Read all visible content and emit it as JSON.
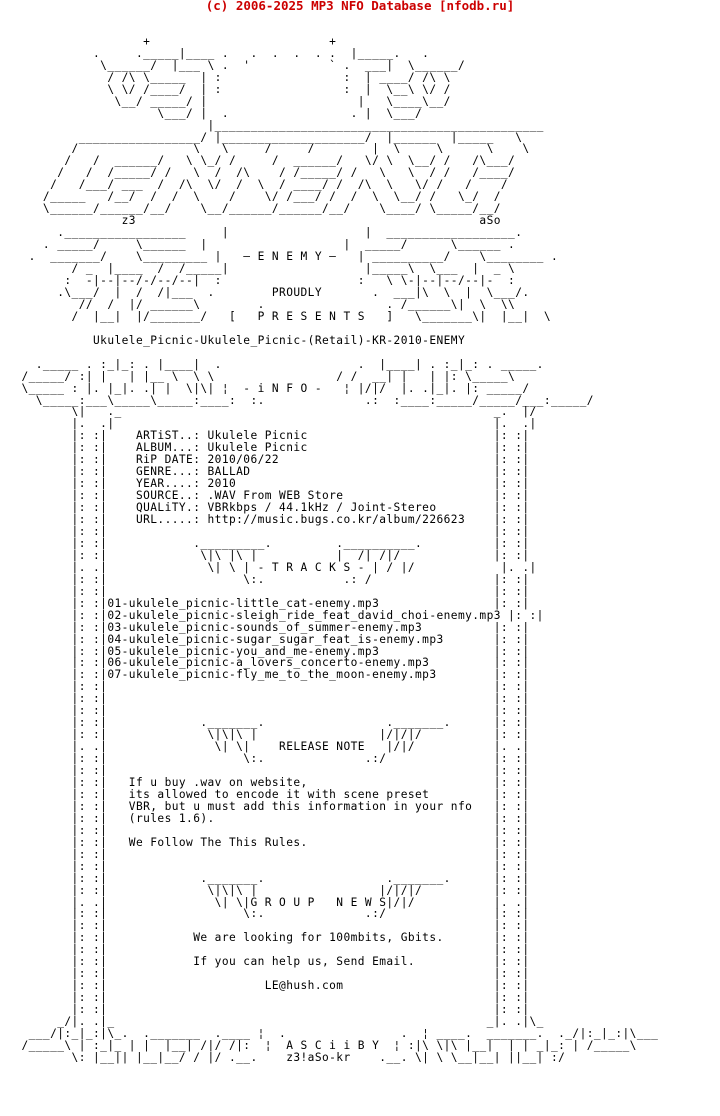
{
  "header": "(c) 2006-2025 MP3 NFO Database [nfodb.ru]",
  "nfo_lines": [
    "",
    "",
    "                    +                         +",
    "             .     ._____|____ .   .  .  .  . .  |_____.   .",
    "              \\______/  |___ \\ .  '           ` .  ___|  \\______/",
    "               / /\\ \\_____  | :                 :  | ____/ /\\ \\",
    "               \\ \\/ /____/  | :                 :  |  \\__\\ \\/ /",
    "                \\__/ _____/ |                     |   \\____\\__/",
    "                      \\___/ |  .                 . |  \\___/",
    "                             |______________________________________________",
    "           _________________/ |____________________/  |______  |_____   \\",
    "          /                \\   \\     /     /        |  \\     \\      \\    \\",
    "         /   /  ______/   \\ \\_/ /     /  ______/   \\/ \\  \\__/ /   /\\___/",
    "        /   /  /_____/ /   \\  /  /\\    / /_____/ /   \\   \\  / /   /____/",
    "       /   /___/ ___  /  /\\  \\/  /  \\  / ____/ /  /\\  \\   \\/ /   /    /",
    "      /_____   /__/  /  /  \\    /    \\/ /___/ /  /  \\  \\__/ /   \\_/  /",
    "      \\______/______/__/    \\__/______/______/__/    \\____/ \\_____/__/",
    "                 z3                                                aSo",
    "        ._________________     |                   |  __________________.",
    "      . _____/     \\______  |                   |  _____/      \\______ .",
    "    .  _______/    \\_________ |   — E N E M Y —   | __________/    \\________ .",
    "          / _  |____  /  /_____|                   |_____\\  \\___  |  _ \\",
    "         :  -|--|--/-/--/--|  :                   :   \\ \\-|--|--/--|-  :",
    "        .\\___/  |  /  /|___  .        PROUDLY       .  ___|\\  \\  |  \\___/.",
    "           //  /  |/ ______\\        .                 . /______\\|  \\  \\\\",
    "          /  |__|  |/_______/   [   P R E S E N T S   ]   \\_______\\|  |__|  \\",
    "",
    "             Ukulele_Picnic-Ukulele_Picnic-(Retail)-KR-2010-ENEMY",
    "",
    "     ._____ . :_|_: . |____|  .                   .  |____| . :_|_: . _____.",
    "   /_____/ :| |   | |__ \\  \\ \\                 / /  __| |   | |: \\_____\\",
    "   \\_____ : |. |_|. .| |  \\|\\| ¦  - i N F O -   ¦ |/|/  |. .|_|. |: _____/",
    "     \\_____:___\\_____\\_____:____:  :.              .:  :____:_____/_____/___:_____/",
    "          \\|   ._                                                    _.  |/",
    "          |.  .|                                                     |.  .|",
    "          |: :|    ARTiST..: Ukulele Picnic                          |: :|",
    "          |: :|    ALBUM...: Ukulele Picnic                          |: :|",
    "          |: :|    RiP DATE: 2010/06/22                              |: :|",
    "          |: :|    GENRE...: BALLAD                                  |: :|",
    "          |: :|    YEAR....: 2010                                    |: :|",
    "          |: :|    SOURCE..: .WAV From WEB Store                     |: :|",
    "          |: :|    QUALiTY.: VBRkbps / 44.1kHz / Joint-Stereo        |: :|",
    "          |: :|    URL.....: http://music.bugs.co.kr/album/226623    |: :|",
    "          |: :|                                                      |: :|",
    "          |: :|            ._________.         .__________.          |: :|",
    "          |: :|             \\|\\ |\\ |           |  /| /|/             |: :|",
    "          |. .|              \\| \\ | - T R A C K S - | / |/            |. .|",
    "          |: :|                   \\:.           .: /                 |: :|",
    "          |: :|                                                      |: :|",
    "          |: :|01-ukulele_picnic-little_cat-enemy.mp3                |: :|",
    "          |: :|02-ukulele_picnic-sleigh_ride_feat_david_choi-enemy.mp3 |: :|",
    "          |: :|03-ukulele_picnic-sounds_of_summer-enemy.mp3          |: :|",
    "          |: :|04-ukulele_picnic-sugar_sugar_feat_is-enemy.mp3       |: :|",
    "          |: :|05-ukulele_picnic-you_and_me-enemy.mp3                |: :|",
    "          |: :|06-ukulele_picnic-a_lovers_concerto-enemy.mp3         |: :|",
    "          |: :|07-ukulele_picnic-fly_me_to_the_moon-enemy.mp3        |: :|",
    "          |: :|                                                      |: :|",
    "          |: :|                                                      |: :|",
    "          |: :|                                                      |: :|",
    "          |: :|             ._______.                 ._______.      |: :|",
    "          |: :|              \\|\\|\\ |                 |/|/|/          |: :|",
    "          |. .|               \\| \\|    RELEASE NOTE   |/|/           |. .|",
    "          |: :|                   \\:.              .:/               |: :|",
    "          |: :|                                                      |: :|",
    "          |: :|   If u buy .wav on website,                          |: :|",
    "          |: :|   its allowed to encode it with scene preset         |: :|",
    "          |: :|   VBR, but u must add this information in your nfo   |: :|",
    "          |: :|   (rules 1.6).                                       |: :|",
    "          |: :|                                                      |: :|",
    "          |: :|   We Follow The This Rules.                          |: :|",
    "          |: :|                                                      |: :|",
    "          |: :|                                                      |: :|",
    "          |: :|             ._______.                 ._______.      |: :|",
    "          |: :|              \\|\\|\\ |                 |/|/|/          |: :|",
    "          |. .|               \\| \\|G R O U P   N E W S|/|/           |. .|",
    "          |: :|                   \\:.              .:/               |: :|",
    "          |: :|                                                      |: :|",
    "          |: :|            We are looking for 100mbits, Gbits.       |: :|",
    "          |: :|                                                      |: :|",
    "          |: :|            If you can help us, Send Email.           |: :|",
    "          |: :|                                                      |: :|",
    "          |: :|                      LE@hush.com                     |: :|",
    "          |: :|                                                      |: :|",
    "          |: :|                                                      |: :|",
    "        _/|. .|_                                                    _|. .|\\_",
    "    ___/|:_|_:|\\_.  ._______  .____ ¦  .                .  ¦ ____.  _______.  ._/|:_|_:|\\___",
    "   /_____\\ | :_|_ | |  |__| /|/ /|:  ¦  A S C i i B Y  ¦ :|\\ \\|\\ |__|  | | _|_: | /_____\\",
    "          \\: |__|| |__|__/ / |/ .__.    z3!aSo-kr    .__. \\| \\ \\__|__| ||__| :/"
  ]
}
